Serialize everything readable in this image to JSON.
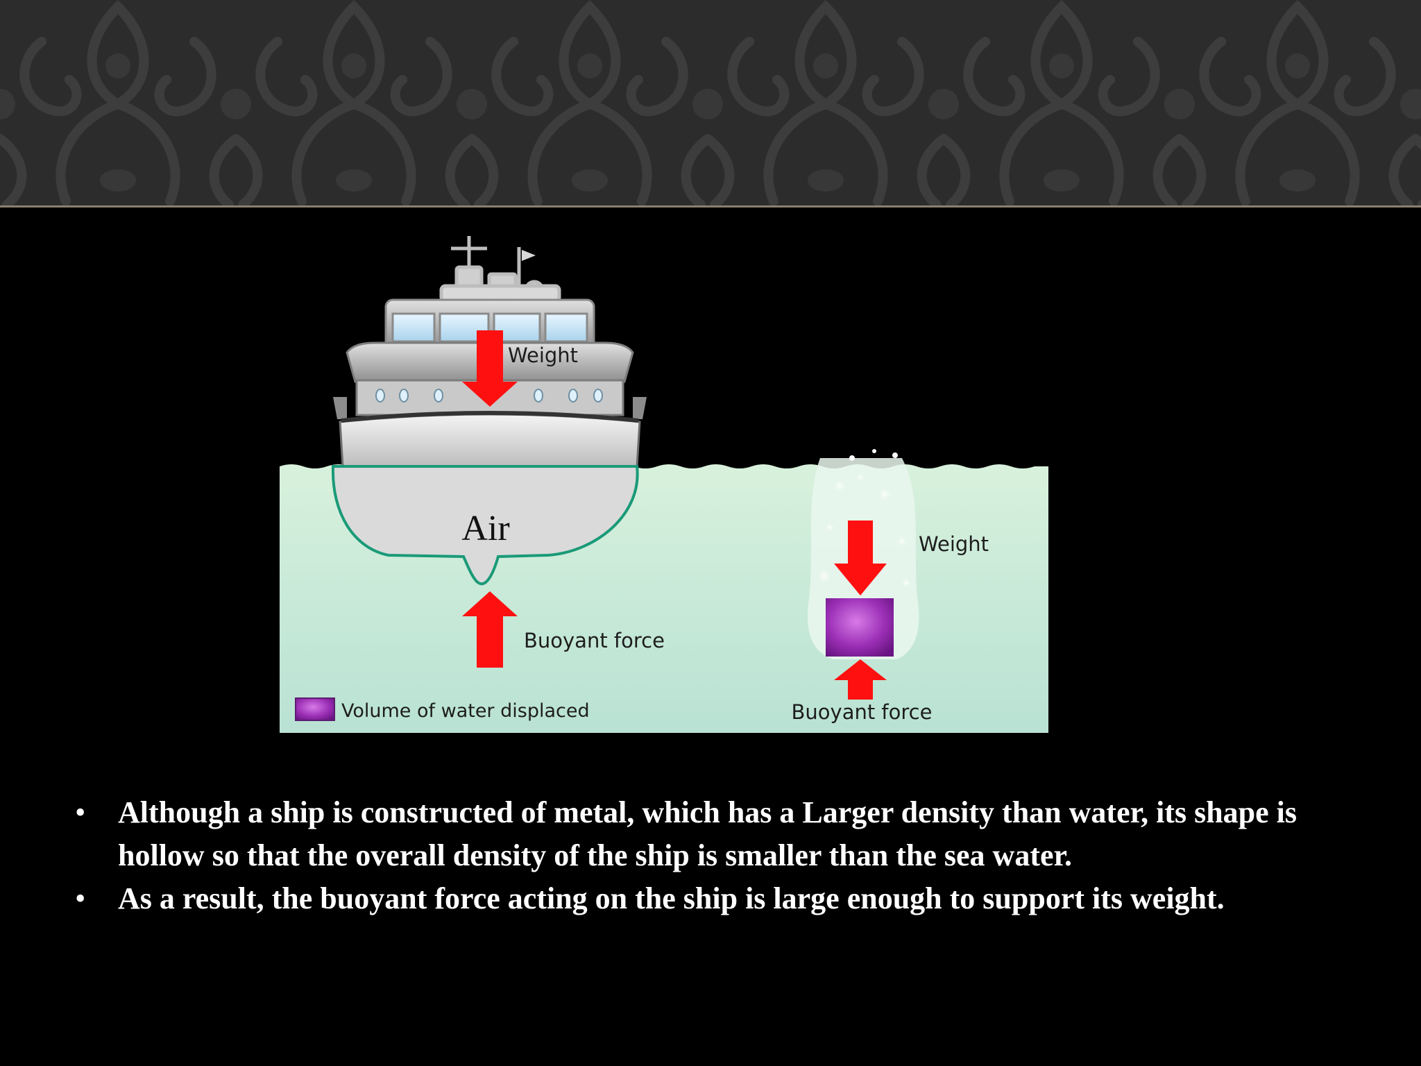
{
  "figure": {
    "ship_weight_label": "Weight",
    "air_label": "Air",
    "ship_buoyant_label": "Buoyant force",
    "block_weight_label": "Weight",
    "block_buoyant_label": "Buoyant force",
    "legend_label": "Volume of water displaced"
  },
  "bullets": [
    {
      "marker": "•",
      "text": "Although a ship is constructed of metal, which has a  Larger density than water, its shape is hollow so that the overall density of the ship is smaller than the sea water."
    },
    {
      "marker": "•",
      "text": "As a result, the buoyant force acting on the ship is large enough to support its weight."
    }
  ],
  "colors": {
    "arrow": "#ff1010",
    "water_top": "#d8f1dc",
    "water_bottom": "#b9e2d4",
    "hull_outline": "#1a9a78",
    "displaced_block": "#9b2fb5"
  }
}
